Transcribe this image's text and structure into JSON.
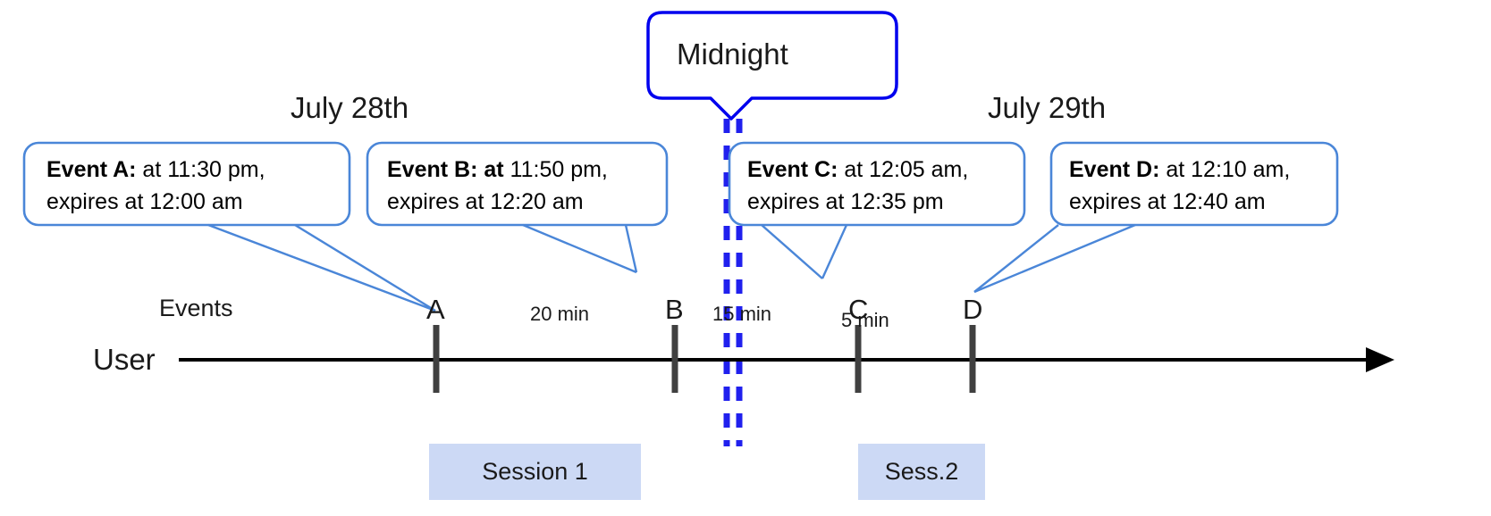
{
  "diagram": {
    "type": "timeline",
    "title_callout": {
      "label": "Midnight"
    },
    "dates": [
      {
        "label": "July 28th"
      },
      {
        "label": "July 29th"
      }
    ],
    "row_labels": {
      "events": "Events",
      "user": "User"
    },
    "callouts": [
      {
        "id": "event-a",
        "bold": "Event A:",
        "line1_rest": " at 11:30 pm,",
        "line2": "expires at 12:00 am"
      },
      {
        "id": "event-b",
        "bold": "Event B: at",
        "line1_rest": " 11:50 pm,",
        "line2": "expires at 12:20 am"
      },
      {
        "id": "event-c",
        "bold": "Event C:",
        "line1_rest": " at 12:05 am,",
        "line2": "expires at 12:35 pm"
      },
      {
        "id": "event-d",
        "bold": "Event D:",
        "line1_rest": "  at 12:10 am,",
        "line2": "expires at 12:40 am"
      }
    ],
    "ticks": [
      {
        "label": "A",
        "time": "11:30 pm"
      },
      {
        "label": "B",
        "time": "11:50 pm"
      },
      {
        "label": "C",
        "time": "12:05 am"
      },
      {
        "label": "D",
        "time": "12:10 am"
      }
    ],
    "gaps": [
      {
        "label": "20 min",
        "between": "A-B"
      },
      {
        "label": "15 min",
        "between": "B-C"
      },
      {
        "label": "5 min",
        "between": "C-D"
      }
    ],
    "sessions": [
      {
        "label": "Session 1"
      },
      {
        "label": "Sess.2"
      }
    ],
    "colors": {
      "callout_border": "#4a86d8",
      "midnight_border": "#0000ee",
      "midnight_dashes": "#2020ee",
      "session_fill": "#ccd9f5",
      "axis": "#000000",
      "tick": "#404040",
      "leader_line": "#4a86d8"
    }
  }
}
